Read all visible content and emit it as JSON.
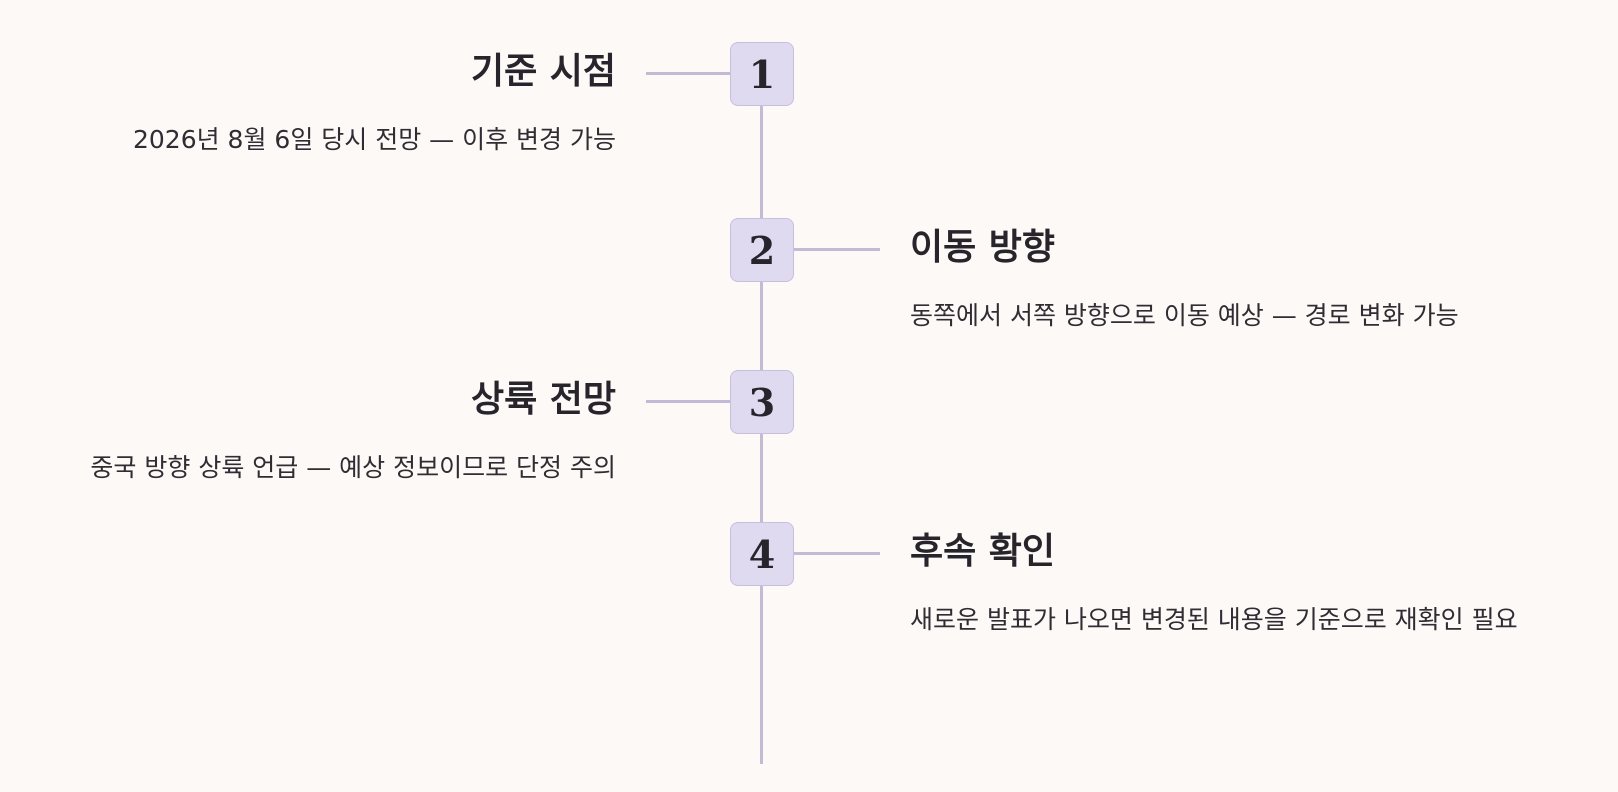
{
  "steps": [
    {
      "number": "1",
      "title": "기준 시점",
      "description": "2026년 8월 6일 당시 전망 — 이후 변경 가능"
    },
    {
      "number": "2",
      "title": "이동 방향",
      "description": "동쪽에서 서쪽 방향으로 이동 예상 — 경로 변화 가능"
    },
    {
      "number": "3",
      "title": "상륙 전망",
      "description": "중국 방향 상륙 언급 — 예상 정보이므로 단정 주의"
    },
    {
      "number": "4",
      "title": "후속 확인",
      "description": "새로운 발표가 나오면 변경된 내용을 기준으로 재확인 필요"
    }
  ],
  "colors": {
    "background": "#fdf9f6",
    "line": "#c3bbd6",
    "badge_fill": "#e0daf1",
    "badge_border": "#c6bedd",
    "text": "#27242c"
  }
}
